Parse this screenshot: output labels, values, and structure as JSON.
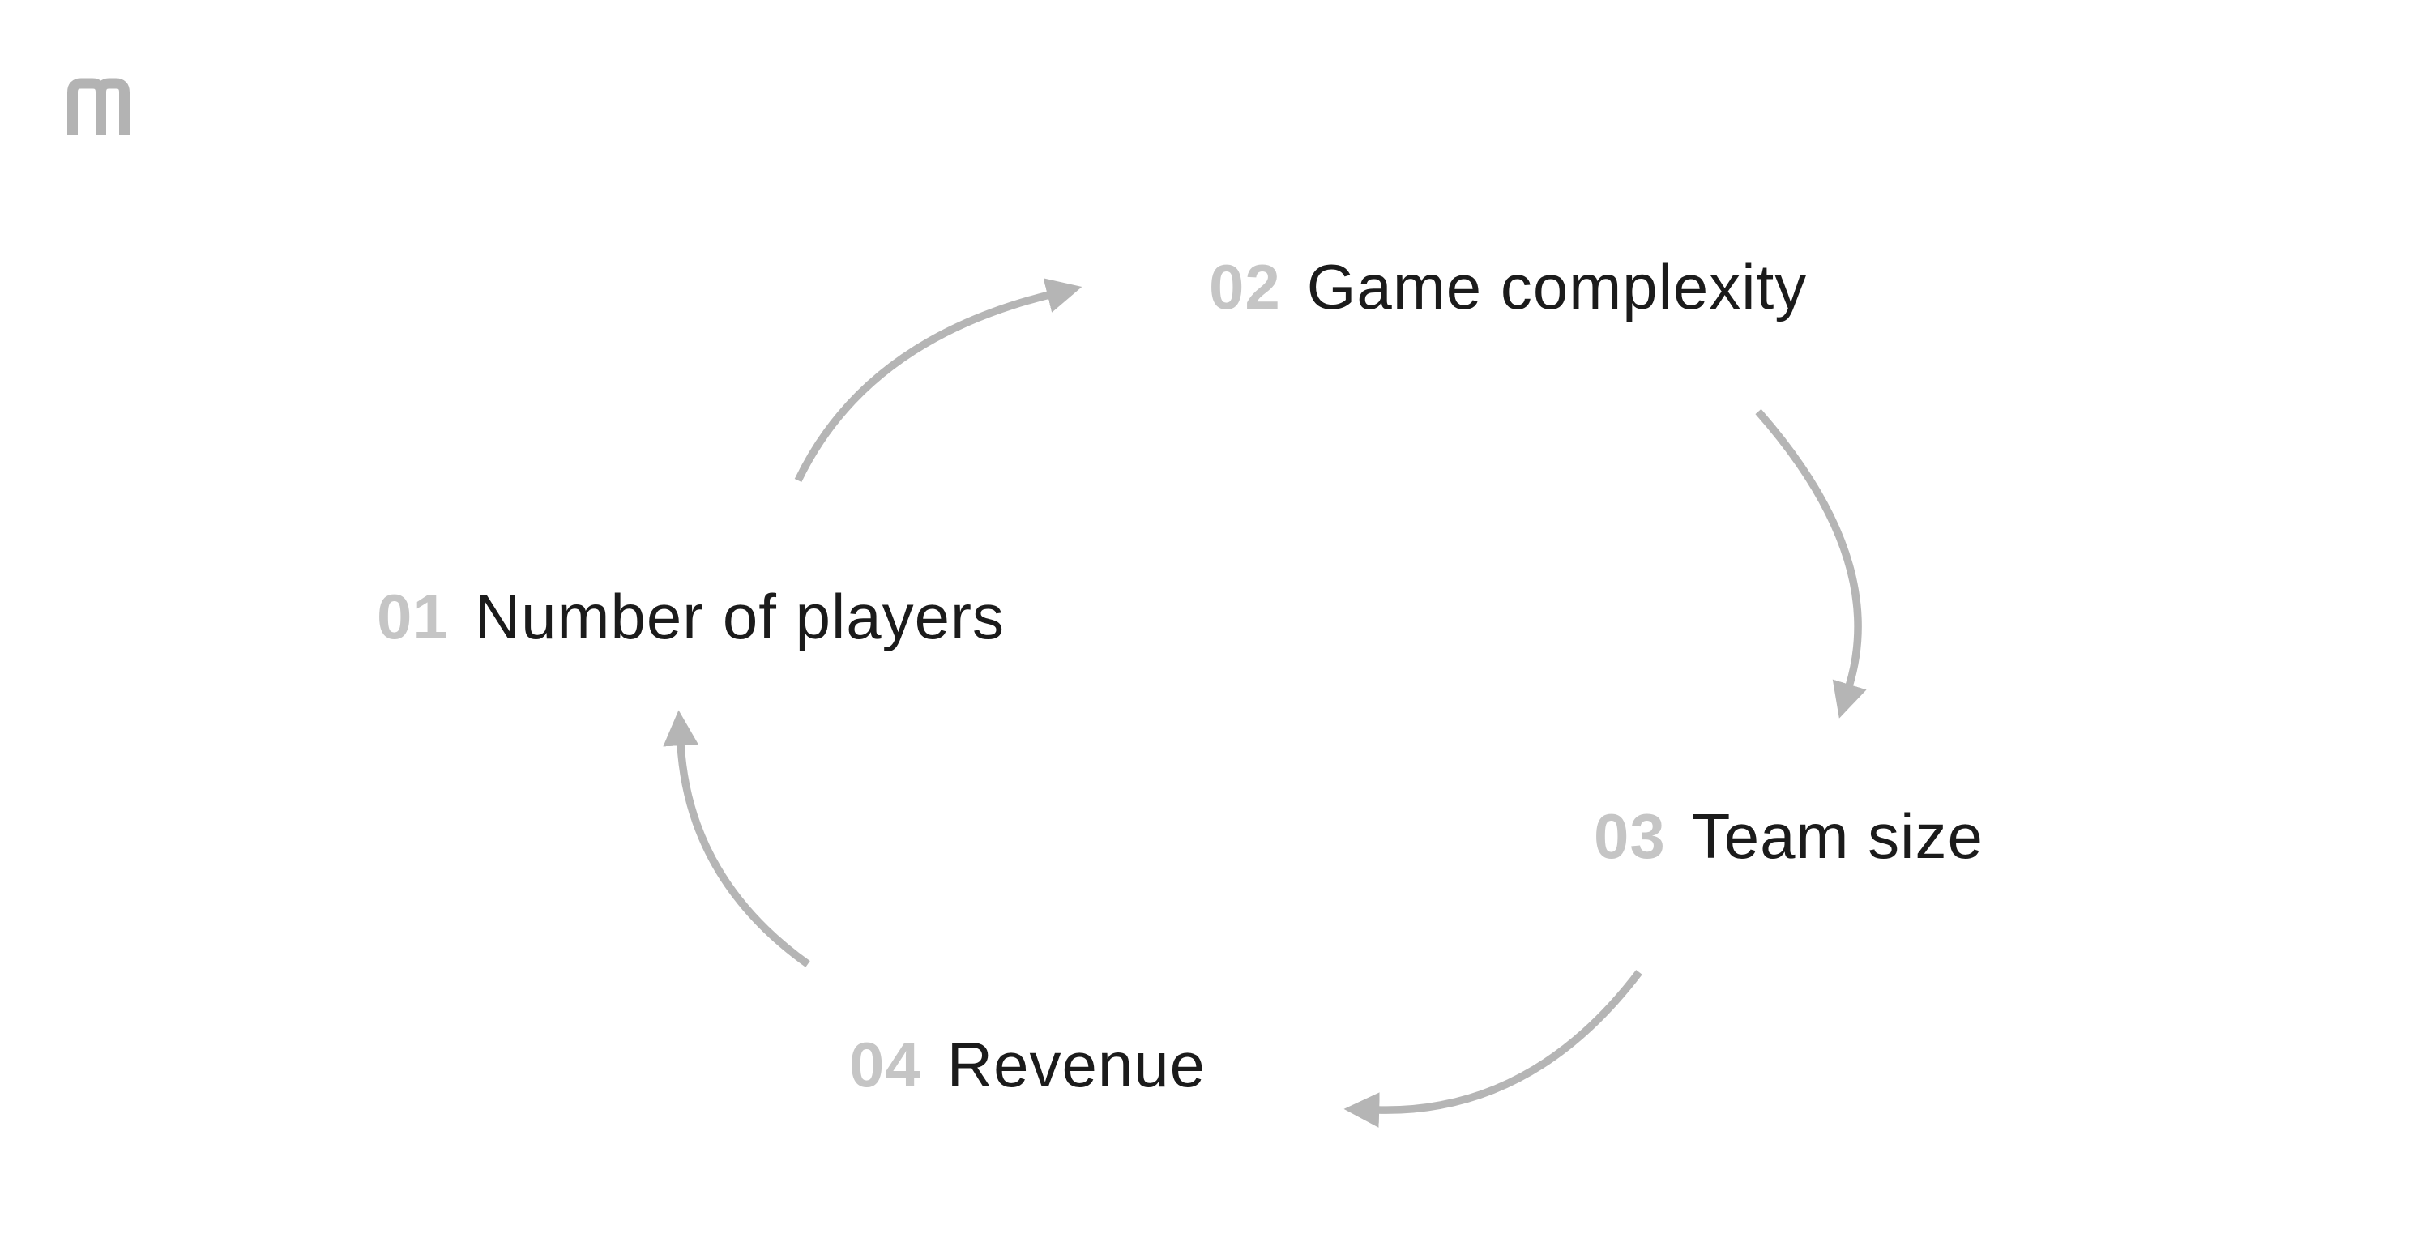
{
  "page": {
    "background_color": "#ffffff"
  },
  "logo": {
    "letter": "m",
    "color": "#b3b3b3"
  },
  "diagram": {
    "type": "cycle",
    "steps": [
      {
        "number": "01",
        "label": "Number of players"
      },
      {
        "number": "02",
        "label": "Game complexity"
      },
      {
        "number": "03",
        "label": "Team size"
      },
      {
        "number": "04",
        "label": "Revenue"
      }
    ],
    "arrows": [
      {
        "from": "01",
        "to": "02"
      },
      {
        "from": "02",
        "to": "03"
      },
      {
        "from": "03",
        "to": "04"
      },
      {
        "from": "04",
        "to": "01"
      }
    ],
    "colors": {
      "step_number": "#c5c5c5",
      "step_label": "#1b1b1b",
      "arrow": "#b5b5b5"
    }
  }
}
